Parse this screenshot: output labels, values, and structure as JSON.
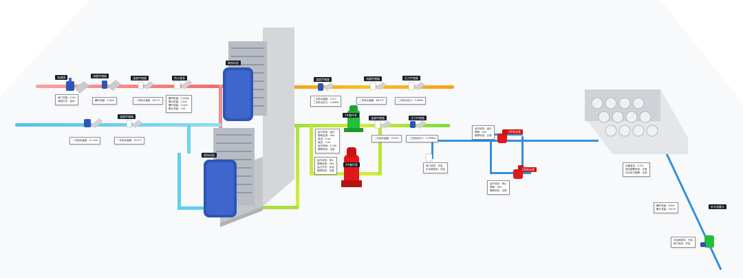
{
  "colors": {
    "hot_supply": "#f07a7a",
    "hot_return": "#5ac8ea",
    "secondary_supply": "#f5a623",
    "secondary_return": "#8ee04a",
    "makeup_line": "#2f8fe0",
    "device_label_bg": "#161a22",
    "fault_label_bg": "#d01818",
    "pump_running": "#22c03a",
    "pump_stopped": "#e01818",
    "exchanger_blue": "#2e55b8"
  },
  "labels": {
    "electric_valve": "电调阀",
    "flow_meter_1": "流量传感器",
    "temp_sensor_1": "温度传感器",
    "heat_meter": "热计量表",
    "hx_upper": "换热机组",
    "hx_lower": "换热机组",
    "temp_sensor_2": "温度传感器",
    "temp_sensor_3": "温度传感器",
    "flow_meter_2": "流量传感器",
    "pressure_sensor_1": "压力传感器",
    "pressure_sensor_2": "压力传感器",
    "circ_pump_1": "1#循环泵",
    "circ_pump_2": "2#循环泵",
    "makeup_pump_1": "1#补水泵",
    "makeup_pump_2": "2#补水泵",
    "makeup_flow_meter": "补水流量计"
  },
  "info": {
    "valve": [
      "阀门开度：0.0%",
      "控制方式：自动"
    ],
    "flow1": [
      "瞬时流量：0.0t/h"
    ],
    "temp1": [
      "一次供水温度：60.2℃"
    ],
    "heat": [
      "瞬时热量：0.0GJ/h",
      "累计热量：0.0GJ",
      "瞬时流量：0.0t/h",
      "累计流量：0.0t"
    ],
    "temp_ret1": [
      "一次回水温度：41.1t/h"
    ],
    "temp_ret2": [
      "一次回水温度：55.5℃"
    ],
    "sec_temp": [
      "二次供水温度：0.0℃",
      "二次供水压力：0.0MPa"
    ],
    "sec_flow": [
      "二次供水温度：66.3℃"
    ],
    "sec_press": [
      "二次供水压力：0.5MPa"
    ],
    "pump1": [
      "运行状态：运行",
      "频率反馈：0Hz",
      "电流：0.0A",
      "电压：0.0V",
      "运行时间：47.8h",
      "故障状态：正常"
    ],
    "pump2": [
      "运行状态：停止",
      "频率反馈：0Hz",
      "运行方式：手动",
      "故障状态：正常"
    ],
    "sec_ret_temp": [
      "二次回水温度：53.8℃"
    ],
    "sec_ret_press": [
      "二次回水压力：0.29MPa"
    ],
    "check_valve": [
      "阀门状态：开启",
      "手动阀状态：开启"
    ],
    "mp1": [
      "运行状态：运行",
      "频率：0Hz",
      "故障状态：正常"
    ],
    "mp2": [
      "运行状态：停止",
      "频率：0Hz",
      "故障状态：正常"
    ],
    "tank": [
      "水箱液位：0.7m",
      "液位报警状态：正常",
      "补水压力报警：正常"
    ],
    "makeup_flow": [
      "瞬时流量：67t/h",
      "累计流量：5m³/h"
    ],
    "valve_bottom": [
      "手动阀状态：开启",
      "阀门状态：开启"
    ]
  }
}
